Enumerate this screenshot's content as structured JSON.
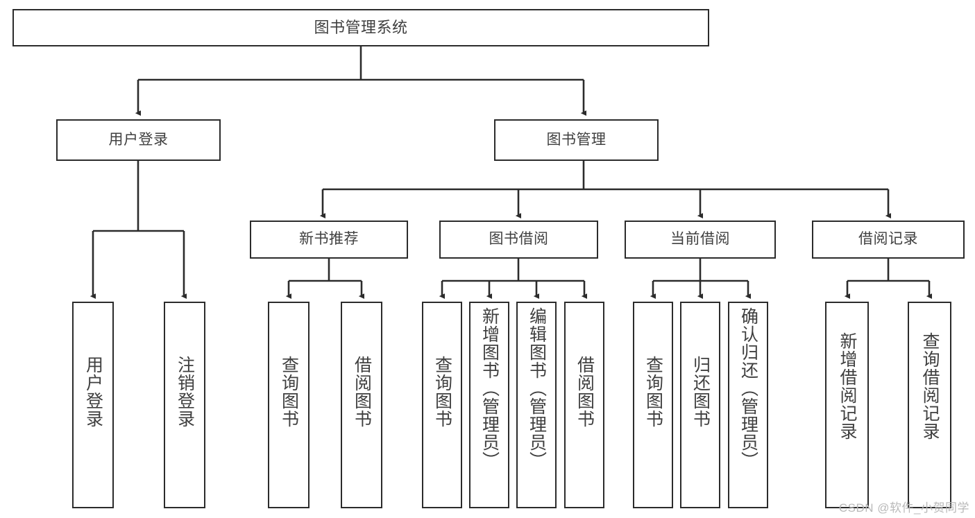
{
  "diagram": {
    "title": "图书管理系统",
    "type": "tree-hierarchy",
    "watermark": "CSDN @软件_小贺同学",
    "colors": {
      "box_border": "#2b2b2b",
      "box_fill": "#ffffff",
      "edge": "#2b2b2b",
      "text": "#3f3f3f",
      "watermark": "#b9b9b9",
      "background": "#ffffff"
    },
    "levels": {
      "root": {
        "label": "图书管理系统"
      },
      "level2": [
        {
          "id": "user-login",
          "label": "用户登录"
        },
        {
          "id": "book-management",
          "label": "图书管理"
        }
      ],
      "level3": [
        {
          "id": "new-book-recommend",
          "label": "新书推荐"
        },
        {
          "id": "book-borrow",
          "label": "图书借阅"
        },
        {
          "id": "current-borrow",
          "label": "当前借阅"
        },
        {
          "id": "borrow-record",
          "label": "借阅记录"
        }
      ],
      "leaves": {
        "user-login": [
          {
            "id": "leaf-user-login",
            "label": "用户登录"
          },
          {
            "id": "leaf-logout-login",
            "label": "注销登录"
          }
        ],
        "new-book-recommend": [
          {
            "id": "leaf-query-book-1",
            "label": "查询图书"
          },
          {
            "id": "leaf-borrow-book-1",
            "label": "借阅图书"
          }
        ],
        "book-borrow": [
          {
            "id": "leaf-query-book-2",
            "label": "查询图书"
          },
          {
            "id": "leaf-add-book",
            "label": "新增图书（管理员）"
          },
          {
            "id": "leaf-edit-book",
            "label": "编辑图书（管理员）"
          },
          {
            "id": "leaf-borrow-book-2",
            "label": "借阅图书"
          }
        ],
        "current-borrow": [
          {
            "id": "leaf-query-book-3",
            "label": "查询图书"
          },
          {
            "id": "leaf-return-book",
            "label": "归还图书"
          },
          {
            "id": "leaf-confirm-return",
            "label": "确认归还（管理员）"
          }
        ],
        "borrow-record": [
          {
            "id": "leaf-add-record",
            "label": "新增借阅记录"
          },
          {
            "id": "leaf-query-record",
            "label": "查询借阅记录"
          }
        ]
      }
    }
  }
}
